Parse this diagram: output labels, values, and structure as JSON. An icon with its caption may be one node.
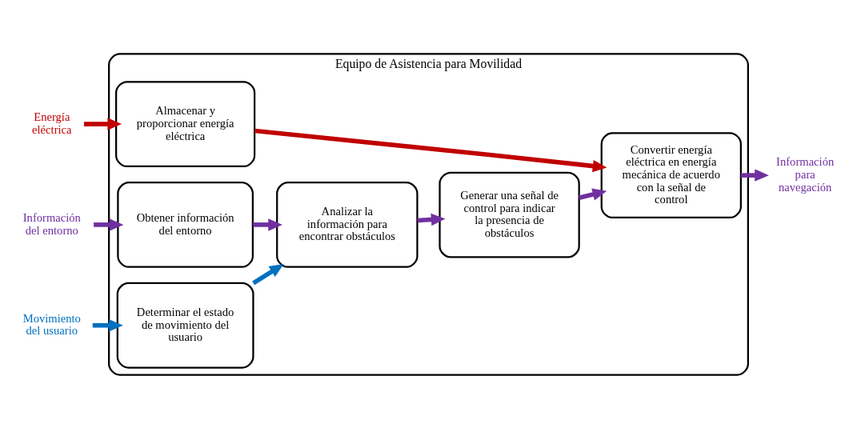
{
  "diagram": {
    "nodes": [
      {
        "text": [
          "Equipo de Asistencia para Movilidad"
        ]
      },
      {
        "text": [
          "Almacenar y proporcionar energía eléctrica"
        ],
        "in": 0
      },
      {
        "text": [
          "Obtener información del entorno"
        ],
        "in": 0
      },
      {
        "text": [
          "Determinar el estado de movimiento del usuario"
        ],
        "in": 0
      },
      {
        "text": [
          "Analizar la información para encontrar obstáculos"
        ],
        "in": 0
      },
      {
        "text": [
          "Generar una señal de control para indicar la presencia de obstáculos"
        ],
        "in": 0
      },
      {
        "text": [
          "Convertir energía eléctrica en energía mecánica de acuerdo con la señal de control"
        ],
        "in": 0
      },
      {
        "text": [
          "Energía eléctrica"
        ]
      },
      {
        "text": [
          "Información del entorno"
        ]
      },
      {
        "text": [
          "Movimiento del usuario"
        ]
      },
      {
        "text": [
          "Información para navegación"
        ]
      }
    ],
    "edges": [
      {
        "from": 7,
        "to": 1,
        "arrow": "to",
        "color": "#c00000"
      },
      {
        "from": 8,
        "to": 2,
        "arrow": "to"
      },
      {
        "from": 9,
        "to": 3,
        "arrow": "to",
        "color": "#0070c0"
      },
      {
        "from": 1,
        "to": 6,
        "arrow": "to",
        "color": "#c00000"
      },
      {
        "from": 2,
        "to": 4,
        "arrow": "to"
      },
      {
        "from": 3,
        "to": 4,
        "arrow": "to",
        "color": "#0070c0"
      },
      {
        "from": 4,
        "to": 5,
        "arrow": "to"
      },
      {
        "from": 5,
        "to": 6,
        "arrow": "to"
      },
      {
        "from": 6,
        "to": 10,
        "arrow": "to"
      }
    ]
  }
}
